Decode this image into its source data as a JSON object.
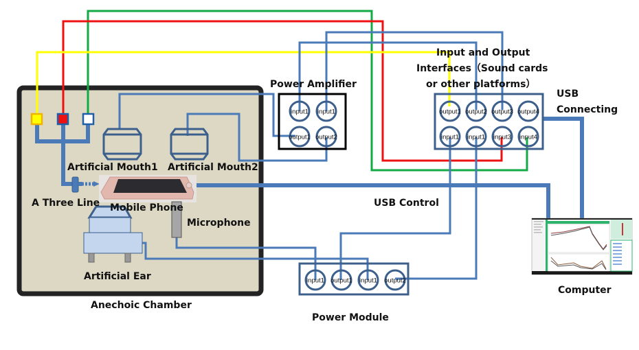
{
  "colors": {
    "wire_blue": "#4a7ab8",
    "box_border": "#3c5f8c",
    "yellow": "#ffff00",
    "red": "#ee1111",
    "green": "#11aa44",
    "chamber_bg": "#ddd8c4",
    "chamber_border": "#232323"
  },
  "labels": {
    "power_amplifier": "Power Amplifier",
    "io_interfaces_line1": "Input and Output",
    "io_interfaces_line2": "Interfaces（Sound cards",
    "io_interfaces_line3": "or other platforms）",
    "usb_connecting_line1": "USB",
    "usb_connecting_line2": "Connecting",
    "artificial_mouth1": "Artificial Mouth1",
    "artificial_mouth2": "Artificial Mouth2",
    "three_line": "A Three Line",
    "mobile_phone": "Mobile Phone",
    "microphone": "Microphone",
    "usb_control": "USB Control",
    "artificial_ear": "Artificial Ear",
    "anechoic_chamber": "Anechoic Chamber",
    "power_module": "Power Module",
    "computer": "Computer"
  },
  "power_amplifier_ports": [
    "input1",
    "input1",
    "output1",
    "output2"
  ],
  "io_outputs": [
    "output1",
    "output2",
    "output3",
    "output4"
  ],
  "io_inputs": [
    "input1",
    "input1",
    "input3",
    "input4"
  ],
  "power_module_ports": [
    "input1",
    "output1",
    "input1",
    "output2"
  ]
}
